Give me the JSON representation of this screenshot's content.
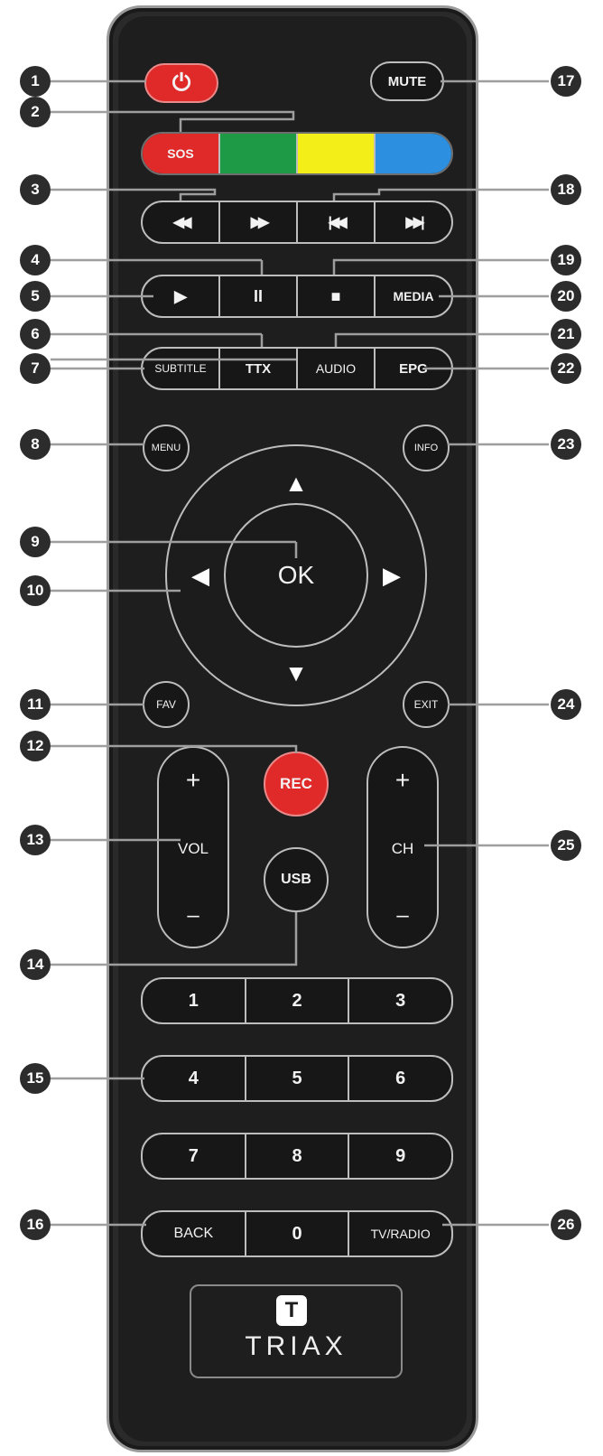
{
  "buttons": {
    "power": "⏻",
    "mute": "MUTE",
    "sos": "SOS",
    "rew": "◀◀",
    "ff": "▶▶",
    "prev": "|◀◀",
    "next": "▶▶|",
    "play": "▶",
    "pause": "II",
    "stop": "■",
    "media": "MEDIA",
    "subtitle": "SUBTITLE",
    "ttx": "TTX",
    "audio": "AUDIO",
    "epg": "EPG",
    "menu": "MENU",
    "info": "INFO",
    "up": "▲",
    "down": "▼",
    "left": "◀",
    "right": "▶",
    "ok": "OK",
    "fav": "FAV",
    "exit": "EXIT",
    "rec": "REC",
    "usb": "USB",
    "vol_plus": "+",
    "vol_label": "VOL",
    "vol_minus": "–",
    "ch_plus": "+",
    "ch_label": "CH",
    "ch_minus": "–",
    "n1": "1",
    "n2": "2",
    "n3": "3",
    "n4": "4",
    "n5": "5",
    "n6": "6",
    "n7": "7",
    "n8": "8",
    "n9": "9",
    "back": "BACK",
    "n0": "0",
    "tvradio": "TV/RADIO"
  },
  "logo": {
    "mark": "T",
    "text": "TRIAX"
  },
  "callouts": [
    "1",
    "2",
    "3",
    "4",
    "5",
    "6",
    "7",
    "8",
    "9",
    "10",
    "11",
    "12",
    "13",
    "14",
    "15",
    "16",
    "17",
    "18",
    "19",
    "20",
    "21",
    "22",
    "23",
    "24",
    "25",
    "26"
  ],
  "colors": {
    "red": "#e02a2a",
    "green": "#1e9a46",
    "yellow": "#f4ee18",
    "blue": "#2c8fe0",
    "body": "#1e1e1e"
  }
}
